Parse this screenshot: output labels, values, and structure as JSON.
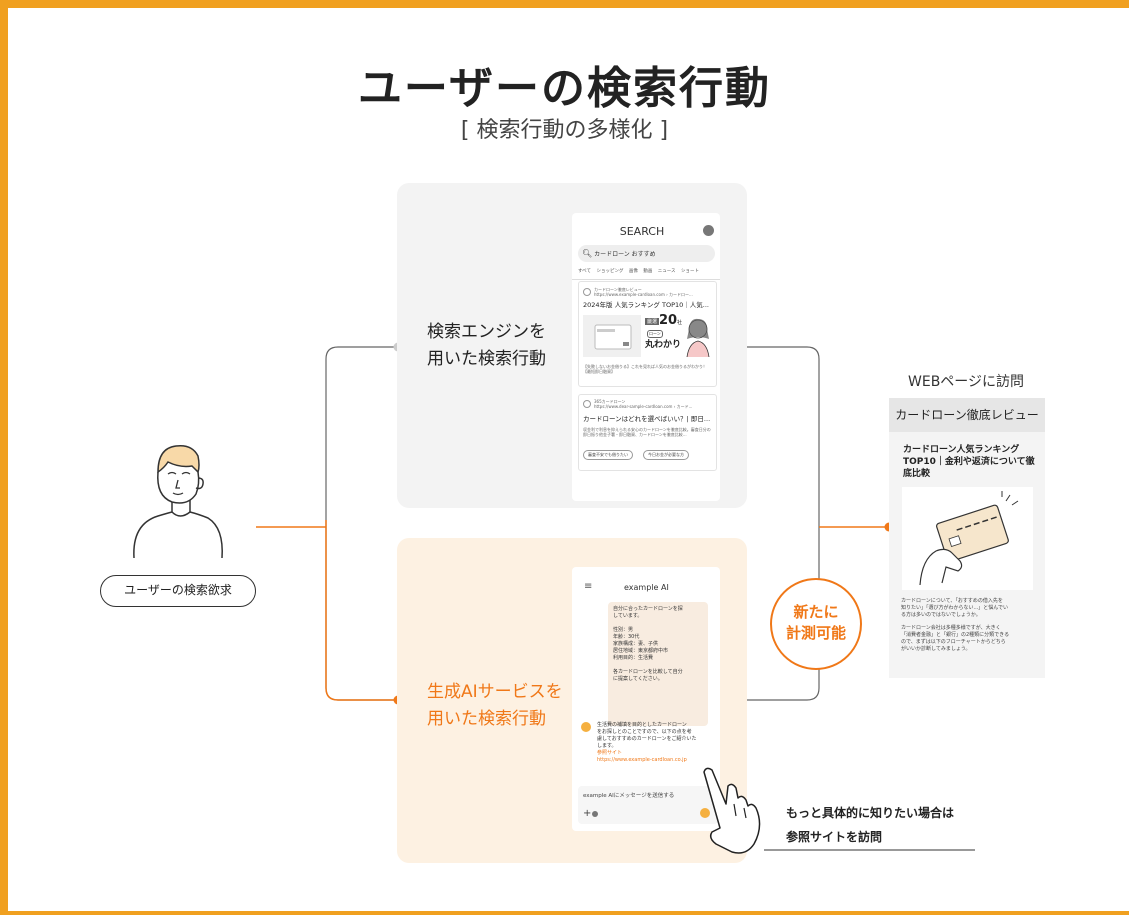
{
  "header": {
    "title": "ユーザーの検索行動",
    "subtitle": "[ 検索行動の多様化 ]"
  },
  "user": {
    "label": "ユーザーの検索欲求"
  },
  "search_route": {
    "label_line1": "検索エンジンを",
    "label_line2": "用いた検索行動",
    "mock": {
      "title": "SEARCH",
      "query": "カードローン おすすめ",
      "tabs": [
        "すべて",
        "ショッピング",
        "画像",
        "動画",
        "ニュース",
        "ショート"
      ],
      "result1": {
        "site": "カードローン徹底レビュー",
        "url": "https://www.example-cardloan.com › カードロー...",
        "title": "2024年版 人気ランキング TOP10｜人気...",
        "badge_top": "厳選",
        "badge_num": "20",
        "badge_unit": "社",
        "badge_bottom": "丸わかり",
        "badge_sub": "ローン",
        "snippet": "【失敗しないお金借りる】これを見れば人気のお金借りるがわかり！【最短即日融資】"
      },
      "result2": {
        "site": "365カードローン",
        "url": "https://www.dear-sample-cardloan.com › カード...",
        "title": "カードローンはどれを選べばいい？| 即日...",
        "snippet": "収金利で利息を抑えられる安心のカードローンを徹底比較。審査日分の即日振り他金子署・即日融資、カードローンを徹底比較...",
        "chip1": "審査不安でも借りたい",
        "chip2": "今日お金が必要な方"
      }
    }
  },
  "ai_route": {
    "label_line1": "生成AIサービスを",
    "label_line2": "用いた検索行動",
    "mock": {
      "title": "example AI",
      "user_msg": [
        "自分に合ったカードローンを探",
        "しています。",
        "",
        "性別：男",
        "年齢：30代",
        "家族構成：妻、子供",
        "居住地域：東京都府中市",
        "利用目的：生活費",
        "",
        "各カードローンを比較して自分",
        "に提案してください。"
      ],
      "ai_reply": [
        "生活費の補填を目的としたカードローン",
        "をお探しとのことですので、以下の点を考",
        "慮しておすすめのカードローンをご紹介いた",
        "します。"
      ],
      "ref_label": "参照サイト",
      "ref_url": "https://www.example-cardloan.co.jp",
      "input_placeholder": "example AIにメッセージを送信する"
    }
  },
  "measure_badge": {
    "line1": "新たに",
    "line2": "計測可能"
  },
  "web_visit": {
    "label": "WEBページに訪問",
    "site_name": "カードローン徹底レビュー",
    "heading": [
      "カードローン人気ランキング",
      "TOP10｜金利や返済について徹",
      "底比較"
    ],
    "paragraph1": [
      "カードローンについて、「おすすめの借入先を",
      "知りたい」「選び方がわからない...」と悩んでい",
      "る方は多いのではないでしょうか。"
    ],
    "paragraph2": [
      "カードローン会社は多種多様ですが、大きく",
      "「消費者金融」と「銀行」の2種類に分類できる",
      "ので、まずは以下のフローチャートからどちら",
      "がいいか診断してみましょう。"
    ]
  },
  "note": {
    "line1": "もっと具体的に知りたい場合は",
    "line2": "参照サイトを訪問"
  },
  "colors": {
    "accent": "#f07818",
    "frame": "#f0a020",
    "panel_gray": "#f3f3f3",
    "panel_orange": "#fdf1e2"
  }
}
